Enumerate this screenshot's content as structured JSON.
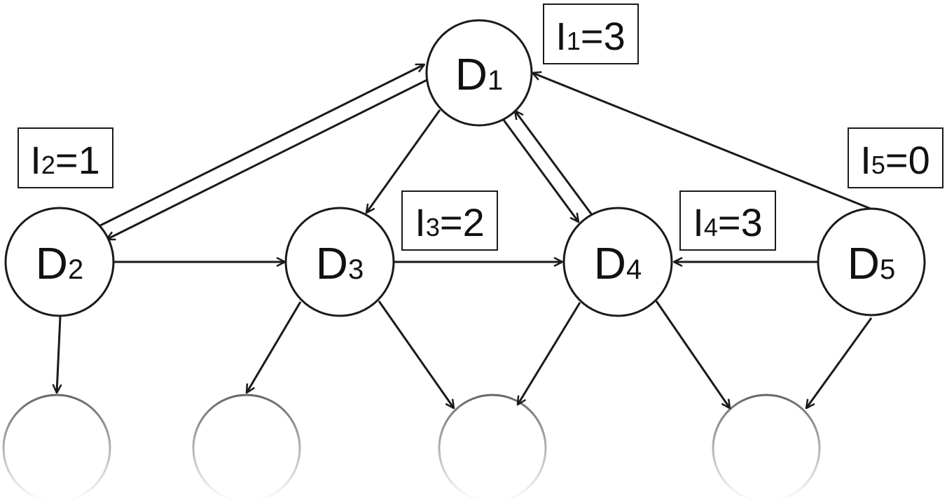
{
  "nodes": [
    {
      "id": "D1",
      "main": "D",
      "sub": "1"
    },
    {
      "id": "D2",
      "main": "D",
      "sub": "2"
    },
    {
      "id": "D3",
      "main": "D",
      "sub": "3"
    },
    {
      "id": "D4",
      "main": "D",
      "sub": "4"
    },
    {
      "id": "D5",
      "main": "D",
      "sub": "5"
    }
  ],
  "labels": [
    {
      "id": "I1",
      "main": "I",
      "sub": "1",
      "value": "=3"
    },
    {
      "id": "I2",
      "main": "I",
      "sub": "2",
      "value": "=1"
    },
    {
      "id": "I3",
      "main": "I",
      "sub": "3",
      "value": "=2"
    },
    {
      "id": "I4",
      "main": "I",
      "sub": "4",
      "value": "=3"
    },
    {
      "id": "I5",
      "main": "I",
      "sub": "5",
      "value": "=0"
    }
  ],
  "edges": [
    {
      "from": "D2",
      "to": "D1"
    },
    {
      "from": "D1",
      "to": "D2"
    },
    {
      "from": "D1",
      "to": "D3"
    },
    {
      "from": "D1",
      "to": "D4"
    },
    {
      "from": "D4",
      "to": "D1"
    },
    {
      "from": "D5",
      "to": "D1"
    },
    {
      "from": "D2",
      "to": "D3"
    },
    {
      "from": "D3",
      "to": "D4"
    },
    {
      "from": "D5",
      "to": "D4"
    }
  ],
  "colors": {
    "stroke": "#1a1a1a",
    "ghost_top": "#666666",
    "ghost_bottom": "#ffffff"
  }
}
